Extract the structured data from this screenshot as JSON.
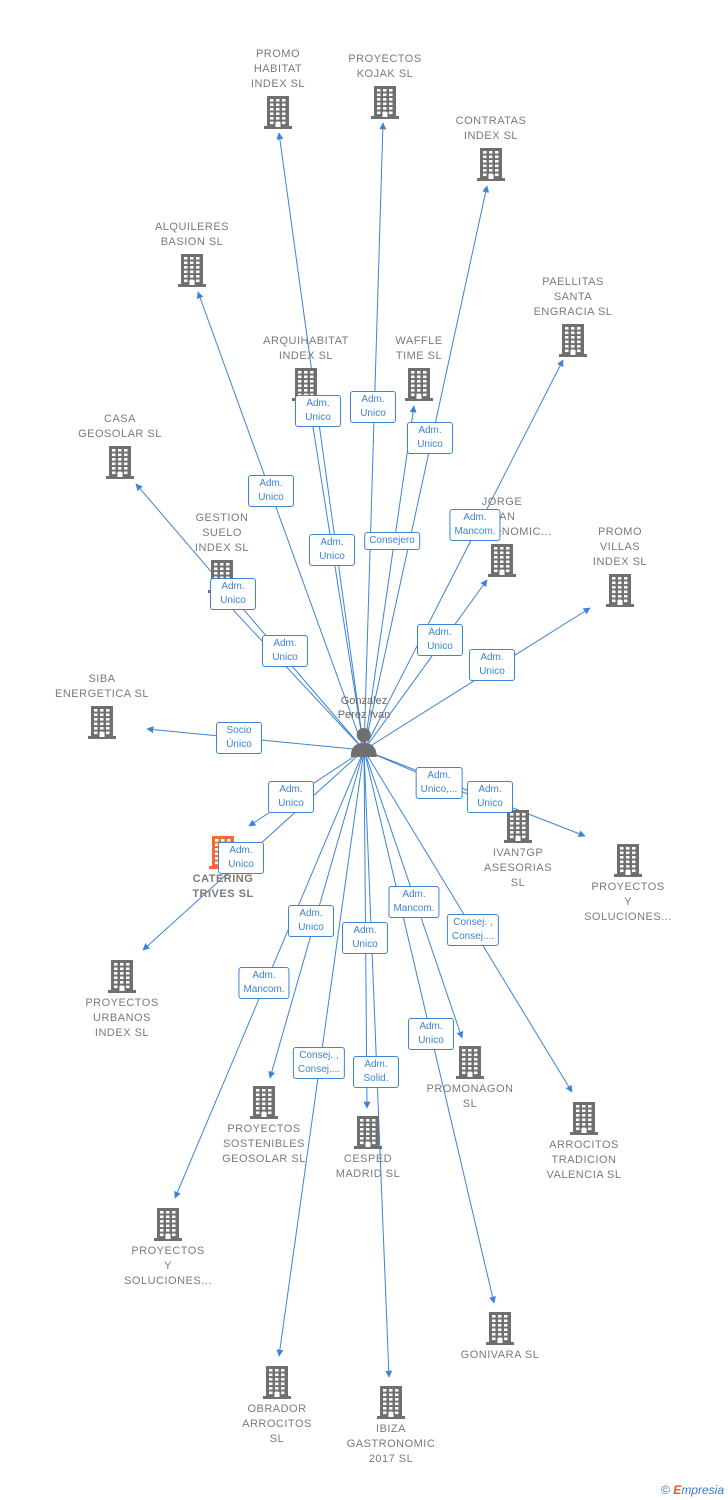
{
  "center": {
    "label": "Gonzalez\nPerez Ivan",
    "icon": "person-icon"
  },
  "colors": {
    "line": "#3c84d6",
    "company": "#6f6f6f",
    "focus_company": "#f26a35"
  },
  "nodes": [
    {
      "id": "promo-habitat",
      "label": "PROMO\nHABITAT\nINDEX  SL",
      "role": ""
    },
    {
      "id": "proyectos-kojak",
      "label": "PROYECTOS\nKOJAK  SL",
      "role": ""
    },
    {
      "id": "contratas-index",
      "label": "CONTRATAS\nINDEX  SL",
      "role": ""
    },
    {
      "id": "alquileres-basion",
      "label": "ALQUILERES\nBASION  SL",
      "role": ""
    },
    {
      "id": "paellitas",
      "label": "PAELLITAS\nSANTA\nENGRACIA  SL",
      "role": ""
    },
    {
      "id": "arquihabitat",
      "label": "ARQUIHABITAT\nINDEX  SL",
      "role": "Adm.\nUnico"
    },
    {
      "id": "waffle-time",
      "label": "WAFFLE\nTIME  SL",
      "role": "Adm.\nUnico"
    },
    {
      "id": "casa-geosolar",
      "label": "CASA\nGEOSOLAR  SL",
      "role": ""
    },
    {
      "id": "jorge",
      "label": "JORGE\nIVAN\nGASTRONOMIC...",
      "role": ""
    },
    {
      "id": "gestion-suelo",
      "label": "GESTION\nSUELO\nINDEX  SL",
      "role": ""
    },
    {
      "id": "promo-villas",
      "label": "PROMO\nVILLAS\nINDEX  SL",
      "role": ""
    },
    {
      "id": "siba",
      "label": "SIBA\nENERGETICA SL",
      "role": "Socio\nÚnico"
    },
    {
      "id": "catering",
      "label": "CATERING\nTRIVES  SL",
      "role": "Adm.\nUnico",
      "focus": true
    },
    {
      "id": "ivan7gp",
      "label": "IVAN7GP\nASESORIAS\nSL",
      "role": "Adm.\nUnico"
    },
    {
      "id": "proyectos-soluciones-right",
      "label": "PROYECTOS\nY\nSOLUCIONES...",
      "role": "Adm.\nUnico,..."
    },
    {
      "id": "proyectos-urbanos",
      "label": "PROYECTOS\nURBANOS\nINDEX  SL",
      "role": "Adm.\nUnico"
    },
    {
      "id": "proyectos-sostenibles",
      "label": "PROYECTOS\nSOSTENIBLES\nGEOSOLAR  SL",
      "role": "Adm.\nUnico"
    },
    {
      "id": "cesped",
      "label": "CESPED\nMADRID SL",
      "role": "Adm.\nSolid."
    },
    {
      "id": "promonagon",
      "label": "PROMONAGON\nSL",
      "role": "Adm.\nMancom."
    },
    {
      "id": "arrocitos-tradicion",
      "label": "ARROCITOS\nTRADICION\nVALENCIA  SL",
      "role": "Consej. ,\nConsej...."
    },
    {
      "id": "proyectos-soluciones-left",
      "label": "PROYECTOS\nY\nSOLUCIONES...",
      "role": "Adm.\nMancom."
    },
    {
      "id": "gonivara",
      "label": "GONIVARA  SL",
      "role": "Adm.\nUnico"
    },
    {
      "id": "obrador",
      "label": "OBRADOR\nARROCITOS\nSL",
      "role": "Consej. ,\nConsej...."
    },
    {
      "id": "ibiza",
      "label": "IBIZA\nGASTRONOMIC\n2017  SL",
      "role": "Adm.\nUnico"
    }
  ],
  "floating_roles": [
    {
      "id": "r-promo-habitat",
      "label": "Adm.\nUnico"
    },
    {
      "id": "r-kojak",
      "label": "Adm.\nUnico"
    },
    {
      "id": "r-contratas",
      "label": "Consejero"
    },
    {
      "id": "r-alquileres",
      "label": "Adm.\nUnico"
    },
    {
      "id": "r-paellitas",
      "label": "Adm.\nMancom."
    },
    {
      "id": "r-casa",
      "label": "Adm.\nUnico"
    },
    {
      "id": "r-jorge",
      "label": "Adm.\nUnico"
    },
    {
      "id": "r-gestion",
      "label": "Adm.\nUnico"
    },
    {
      "id": "r-promo-villas",
      "label": "Adm.\nUnico"
    }
  ],
  "footer": {
    "copyright": "©",
    "brand_first": "E",
    "brand_rest": "mpresia"
  }
}
